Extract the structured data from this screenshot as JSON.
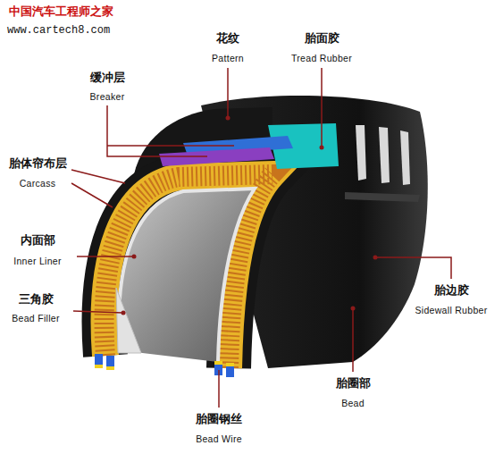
{
  "diagram": {
    "labels": [
      "中国汽车工程师之家",
      "www.cartech8.com",
      "花纹",
      "Pattern",
      "胎面胶",
      "Tread Rubber",
      "缓冲层",
      "Breaker",
      "胎体帘布层",
      "Carcass",
      "内面部",
      "Inner Liner",
      "三角胶",
      "Bead Filler",
      "胎边胶",
      "Sidewall Rubber",
      "胎圈部",
      "Bead",
      "胎圈钢丝",
      "Bead Wire"
    ]
  }
}
